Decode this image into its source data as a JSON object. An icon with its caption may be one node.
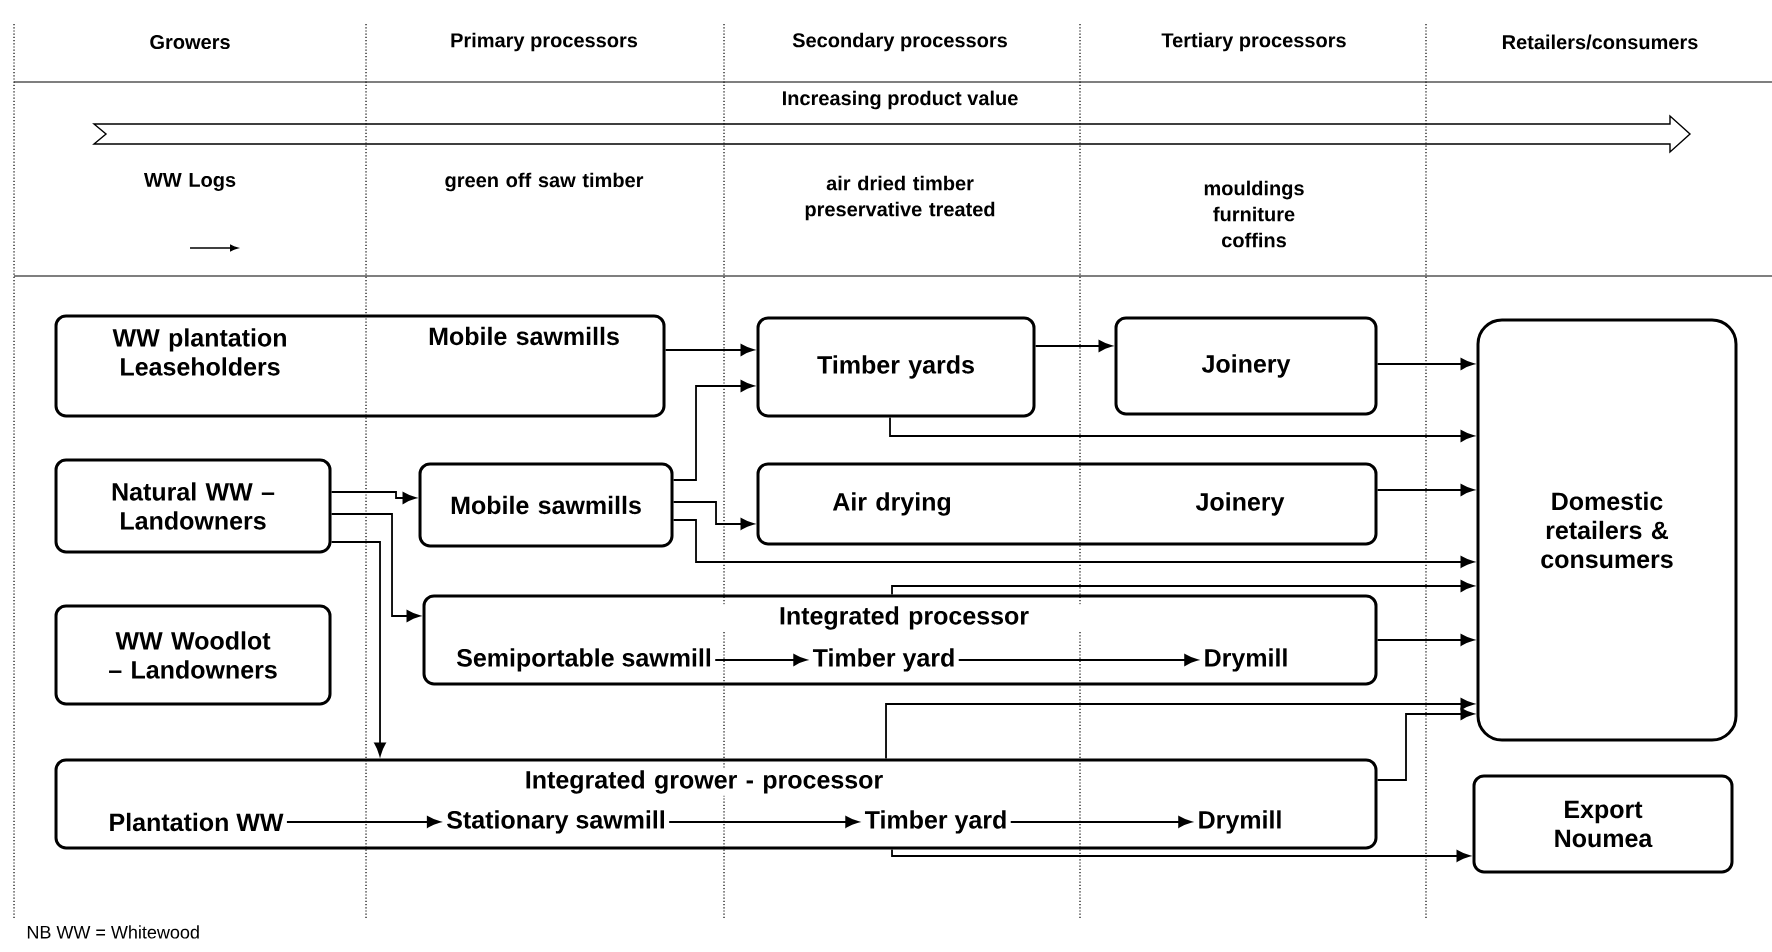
{
  "diagram": {
    "nodes": [
      {
        "text": [
          "WW plantation Leaseholders",
          "Mobile sawmills"
        ]
      },
      {
        "text": [
          "Natural WW – Landowners"
        ]
      },
      {
        "text": [
          "WW Woodlot  – Landowners"
        ]
      },
      {
        "text": [
          "Mobile sawmills"
        ]
      },
      {
        "text": [
          "Timber yards"
        ]
      },
      {
        "text": [
          "Joinery"
        ]
      },
      {
        "text": [
          "Air drying",
          "Joinery"
        ]
      },
      {
        "text": [
          "Integrated processor"
        ]
      },
      {
        "text": [
          "Semiportable sawmill"
        ],
        "in": 7
      },
      {
        "text": [
          "Timber yard"
        ],
        "in": 7
      },
      {
        "text": [
          "Drymill"
        ],
        "in": 7
      },
      {
        "text": [
          "Integrated grower - processor"
        ]
      },
      {
        "text": [
          "Plantation WW"
        ],
        "in": 11
      },
      {
        "text": [
          "Stationary sawmill"
        ],
        "in": 11
      },
      {
        "text": [
          "Timber yard"
        ],
        "in": 11
      },
      {
        "text": [
          "Drymill"
        ],
        "in": 11
      },
      {
        "text": [
          "Domestic retailers & consumers"
        ]
      },
      {
        "text": [
          "Export Noumea"
        ]
      }
    ],
    "edges": [
      {
        "from": 0,
        "to": 4,
        "arrow": "to"
      },
      {
        "from": 3,
        "to": 4,
        "arrow": "to"
      },
      {
        "from": 1,
        "to": 3,
        "arrow": "to"
      },
      {
        "from": 3,
        "to": 6,
        "arrow": "to"
      },
      {
        "from": 3,
        "to": 16,
        "arrow": "to"
      },
      {
        "from": 1,
        "to": 7,
        "arrow": "to"
      },
      {
        "from": 1,
        "to": 11,
        "arrow": "to"
      },
      {
        "from": 4,
        "to": 5,
        "arrow": "to"
      },
      {
        "from": 5,
        "to": 16,
        "arrow": "to"
      },
      {
        "from": 4,
        "to": 16,
        "arrow": "to"
      },
      {
        "from": 6,
        "to": 16,
        "arrow": "to"
      },
      {
        "from": 7,
        "to": 16,
        "arrow": "to"
      },
      {
        "from": 7,
        "to": 16,
        "arrow": "to"
      },
      {
        "from": 11,
        "to": 16,
        "arrow": "to"
      },
      {
        "from": 11,
        "to": 16,
        "arrow": "to"
      },
      {
        "from": 11,
        "to": 17,
        "arrow": "to"
      },
      {
        "from": 8,
        "to": 9,
        "arrow": "to"
      },
      {
        "from": 9,
        "to": 10,
        "arrow": "to"
      },
      {
        "from": 12,
        "to": 13,
        "arrow": "to"
      },
      {
        "from": 13,
        "to": 14,
        "arrow": "to"
      },
      {
        "from": 14,
        "to": 15,
        "arrow": "to"
      }
    ],
    "labels": [
      "Growers",
      "Primary processors",
      "Secondary processors",
      "Tertiary processors",
      "Retailers/consumers",
      "Increasing product value",
      "WW Logs",
      "green off saw timber",
      "air dried timber preservative treated",
      "mouldings furniture coffins",
      "NB WW = Whitewood"
    ]
  }
}
